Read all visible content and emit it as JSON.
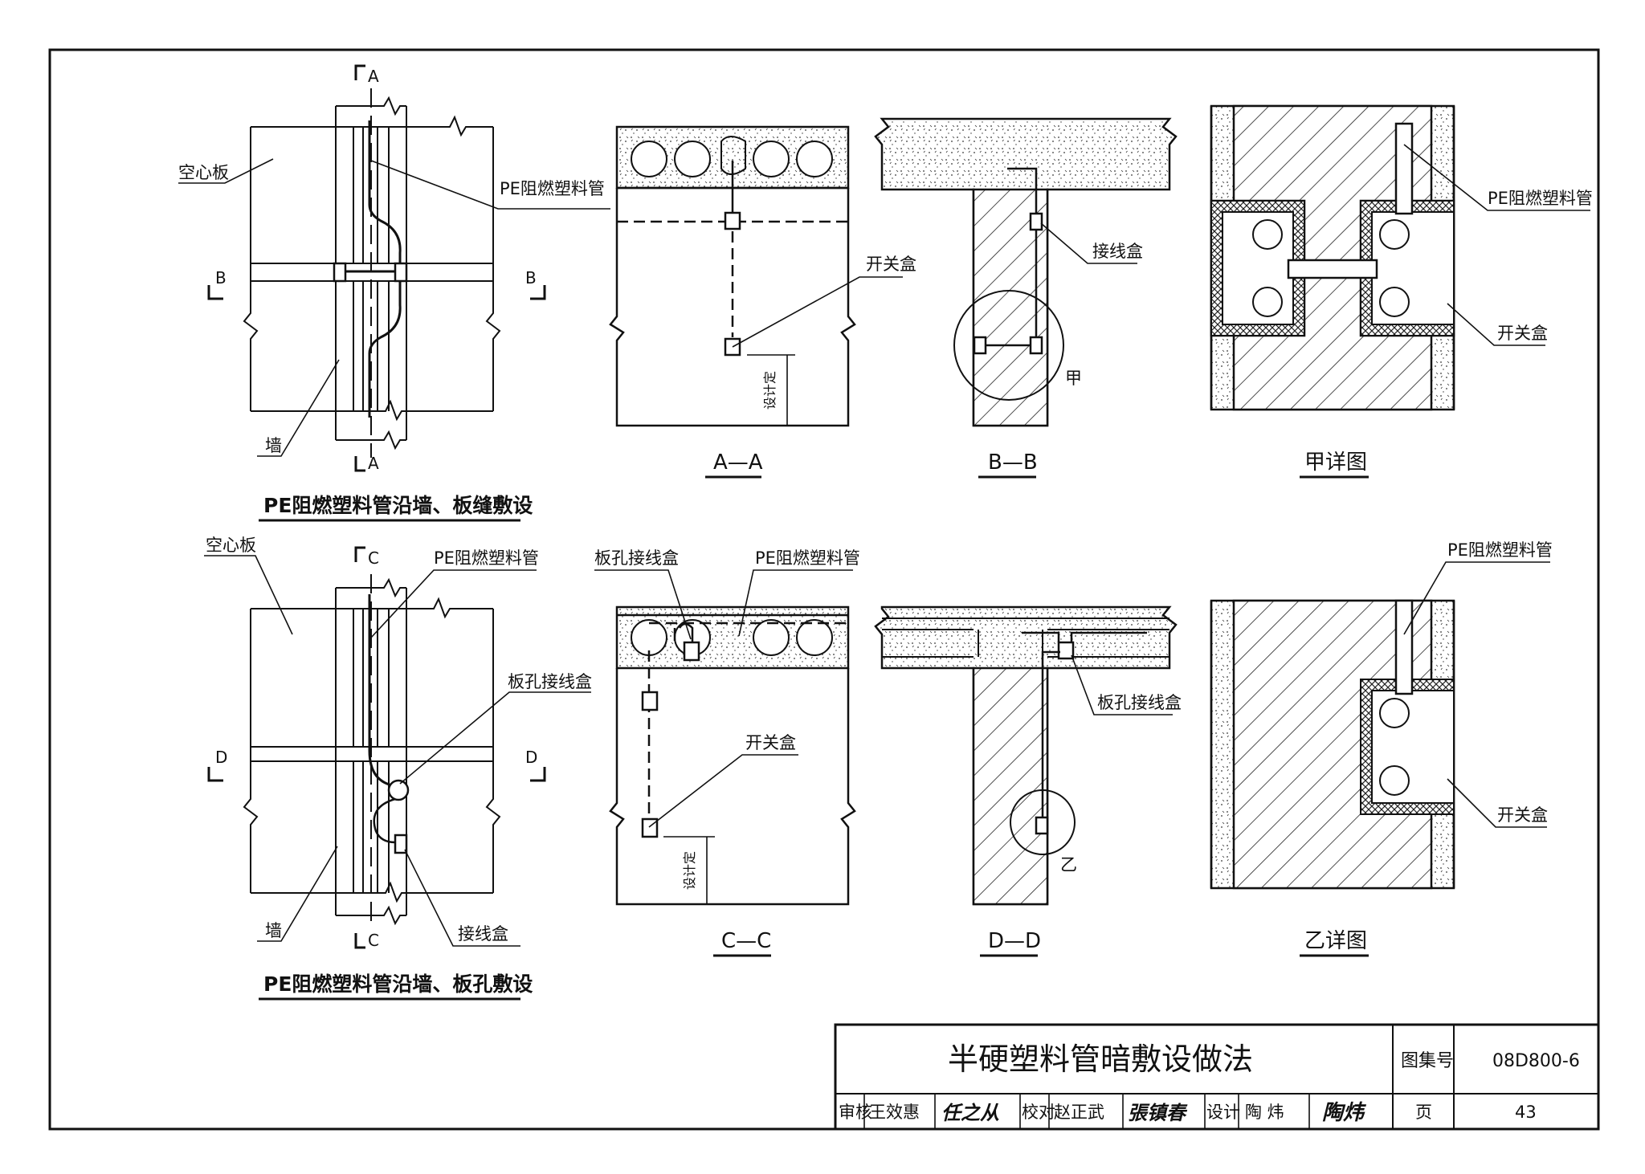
{
  "labels": {
    "hollow_slab": "空心板",
    "pipe": "PE阻燃塑料管",
    "wall": "墙",
    "switch_box": "开关盒",
    "junction_box": "接线盒",
    "slab_hole_box": "板孔接线盒",
    "by_design": "设计定",
    "jia": "甲",
    "yi": "乙"
  },
  "section_marks": {
    "A": "A",
    "B": "B",
    "C": "C",
    "D": "D"
  },
  "views": {
    "plan1_title": "PE阻燃塑料管沿墙、板缝敷设",
    "plan2_title": "PE阻燃塑料管沿墙、板孔敷设",
    "aa": "A—A",
    "bb": "B—B",
    "jia_detail": "甲详图",
    "cc": "C—C",
    "dd": "D—D",
    "yi_detail": "乙详图"
  },
  "title_block": {
    "title": "半硬塑料管暗敷设做法",
    "atlas_label": "图集号",
    "atlas_no": "08D800-6",
    "review_label": "审核",
    "reviewer": "王效惠",
    "reviewer_sign": "任之从",
    "check_label": "校对",
    "checker": "赵正武",
    "checker_sign": "張镇春",
    "design_label": "设计",
    "designer": "陶  炜",
    "designer_sign": "陶炜",
    "page_label": "页",
    "page_no": "43"
  }
}
